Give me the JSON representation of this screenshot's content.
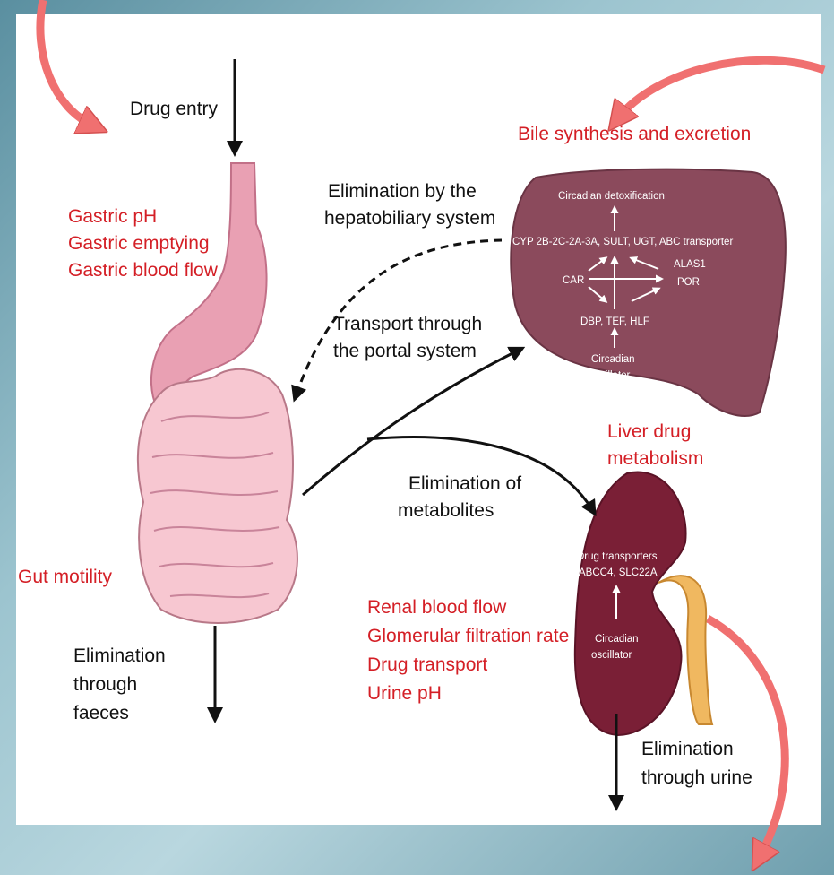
{
  "colors": {
    "background": "#7fb0be",
    "panel": "#ffffff",
    "label_red": "#d41f26",
    "label_black": "#111111",
    "liver": "#8b4a5c",
    "kidney": "#7a1f36",
    "gut": "#f3b8c4",
    "stomach": "#e9a0b3",
    "curved_arrow": "#f07070"
  },
  "labels": {
    "drug_entry": "Drug entry",
    "bile": "Bile synthesis and excretion",
    "gastric": [
      "Gastric pH",
      "Gastric emptying",
      "Gastric blood flow"
    ],
    "elim_hepatobiliary": [
      "Elimination by the",
      "hepatobiliary system"
    ],
    "portal": [
      "Transport through",
      "the portal system"
    ],
    "elim_metabolites": [
      "Elimination of",
      "metabolites"
    ],
    "liver_metabolism": [
      "Liver drug",
      "metabolism"
    ],
    "gut_motility": "Gut motility",
    "elim_faeces": [
      "Elimination",
      "through",
      "faeces"
    ],
    "renal": [
      "Renal blood flow",
      "Glomerular filtration rate",
      "Drug transport",
      "Urine pH"
    ],
    "elim_urine": [
      "Elimination",
      "through urine"
    ]
  },
  "liver_labels": {
    "detox": "Circadian detoxification",
    "enzymes": "CYP 2B-2C-2A-3A,  SULT,  UGT,  ABC transporter",
    "car": "CAR",
    "alas": [
      "ALAS1",
      "POR"
    ],
    "dbp": "DBP, TEF, HLF",
    "oscillator": [
      "Circadian",
      "oscillator"
    ]
  },
  "kidney_labels": {
    "transporters": [
      "Drug transporters",
      "ABCC4, SLC22A"
    ],
    "oscillator": [
      "Circadian",
      "oscillator"
    ]
  }
}
